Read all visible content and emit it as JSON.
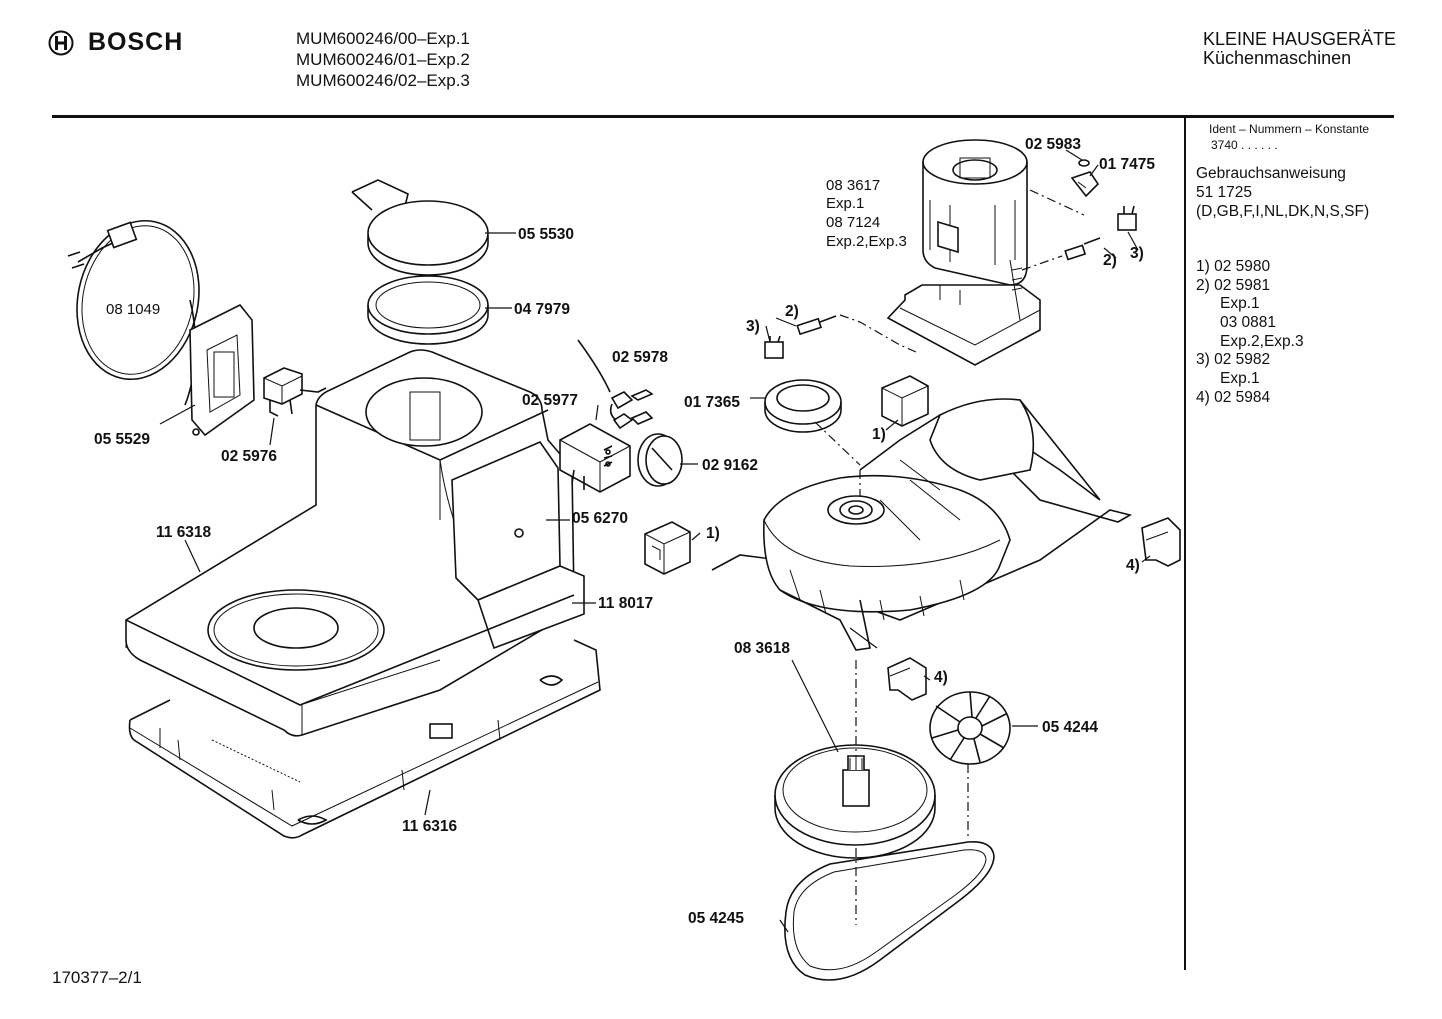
{
  "header": {
    "brand": "BOSCH",
    "models": [
      "MUM600246/00–Exp.1",
      "MUM600246/01–Exp.2",
      "MUM600246/02–Exp.3"
    ],
    "category_line1": "KLEINE HAUSGERÄTE",
    "category_line2": "Küchenmaschinen"
  },
  "sidebar": {
    "ident_title": "Ident – Nummern – Konstante",
    "ident_number": "3740",
    "ident_dots": ". . . . . .",
    "manual_lines": [
      "Gebrauchsanweisung",
      "51 1725",
      "(D,GB,F,I,NL,DK,N,S,SF)"
    ],
    "notes": [
      {
        "text": "1)  02 5980",
        "indent": false
      },
      {
        "text": "2)  02 5981",
        "indent": false
      },
      {
        "text": "Exp.1",
        "indent": true
      },
      {
        "text": "03 0881",
        "indent": true
      },
      {
        "text": "Exp.2,Exp.3",
        "indent": true
      },
      {
        "text": "3)  02 5982",
        "indent": false
      },
      {
        "text": "Exp.1",
        "indent": true
      },
      {
        "text": "4)  02 5984",
        "indent": false
      }
    ]
  },
  "parts": {
    "cord": "08 1049",
    "cord_holder": "05 5529",
    "small_switch": "02 5976",
    "lid": "05 5530",
    "ring": "04 7979",
    "wire_set": "02 5978",
    "switch_block": "02 5977",
    "knob": "02 9162",
    "cover_panel": "05 6270",
    "housing": "11 6318",
    "front_strip": "11 8017",
    "base_plate": "11 6316",
    "bearing": "01 7365",
    "motor_set_a": "08 3617",
    "motor_set_a_exp": "Exp.1",
    "motor_set_b": "08 7124",
    "motor_set_b_exp": "Exp.2,Exp.3",
    "motor_washer": "02 5983",
    "motor_clip": "01 7475",
    "motor_carrier": "08 3618",
    "fan": "05 4244",
    "belt": "05 4245"
  },
  "callouts": {
    "one": "1)",
    "two": "2)",
    "three": "3)",
    "four": "4)"
  },
  "footer": {
    "drawing_number": "170377–2/1"
  }
}
